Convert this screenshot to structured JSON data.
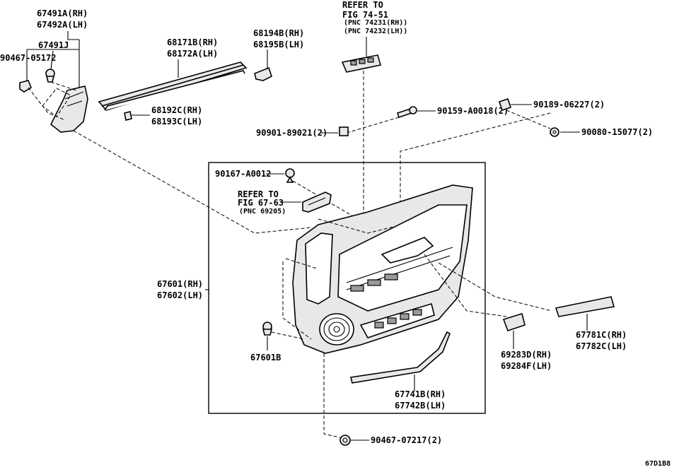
{
  "labels": {
    "p67491a": "67491A(RH)",
    "p67492a": "67492A(LH)",
    "p67491j": "67491J",
    "p90467_05172": "90467-05172",
    "p68171b": "68171B(RH)",
    "p68172a": "68172A(LH)",
    "p68194b": "68194B(RH)",
    "p68195b": "68195B(LH)",
    "p68192c": "68192C(RH)",
    "p68193c": "68193C(LH)",
    "refer_74_line1": "REFER TO",
    "refer_74_line2": "FIG 74-51",
    "refer_74_line3": "(PNC 74231(RH))",
    "refer_74_line4": "(PNC 74232(LH))",
    "p90159": "90159-A0018(2)",
    "p90189": "90189-06227(2)",
    "p90901": "90901-89021(2)",
    "p90080": "90080-15077(2)",
    "p90167": "90167-A0012",
    "refer_67_line1": "REFER TO",
    "refer_67_line2": "FIG 67-63",
    "refer_67_line3": "(PNC 69205)",
    "p67601": "67601(RH)",
    "p67602": "67602(LH)",
    "p67601b": "67601B",
    "p67781c": "67781C(RH)",
    "p67782c": "67782C(LH)",
    "p69283d": "69283D(RH)",
    "p69284f": "69284F(LH)",
    "p67741b": "67741B(RH)",
    "p67742b": "67742B(LH)",
    "p90467_07217": "90467-07217(2)",
    "diagram_code": "67D1B8"
  },
  "icons": {
    "speaker": "speaker-grille-icon",
    "bolt": "bolt-icon",
    "clip": "clip-icon"
  },
  "colors": {
    "line": "#000000",
    "fill": "#e8e8e8",
    "background": "#ffffff"
  }
}
